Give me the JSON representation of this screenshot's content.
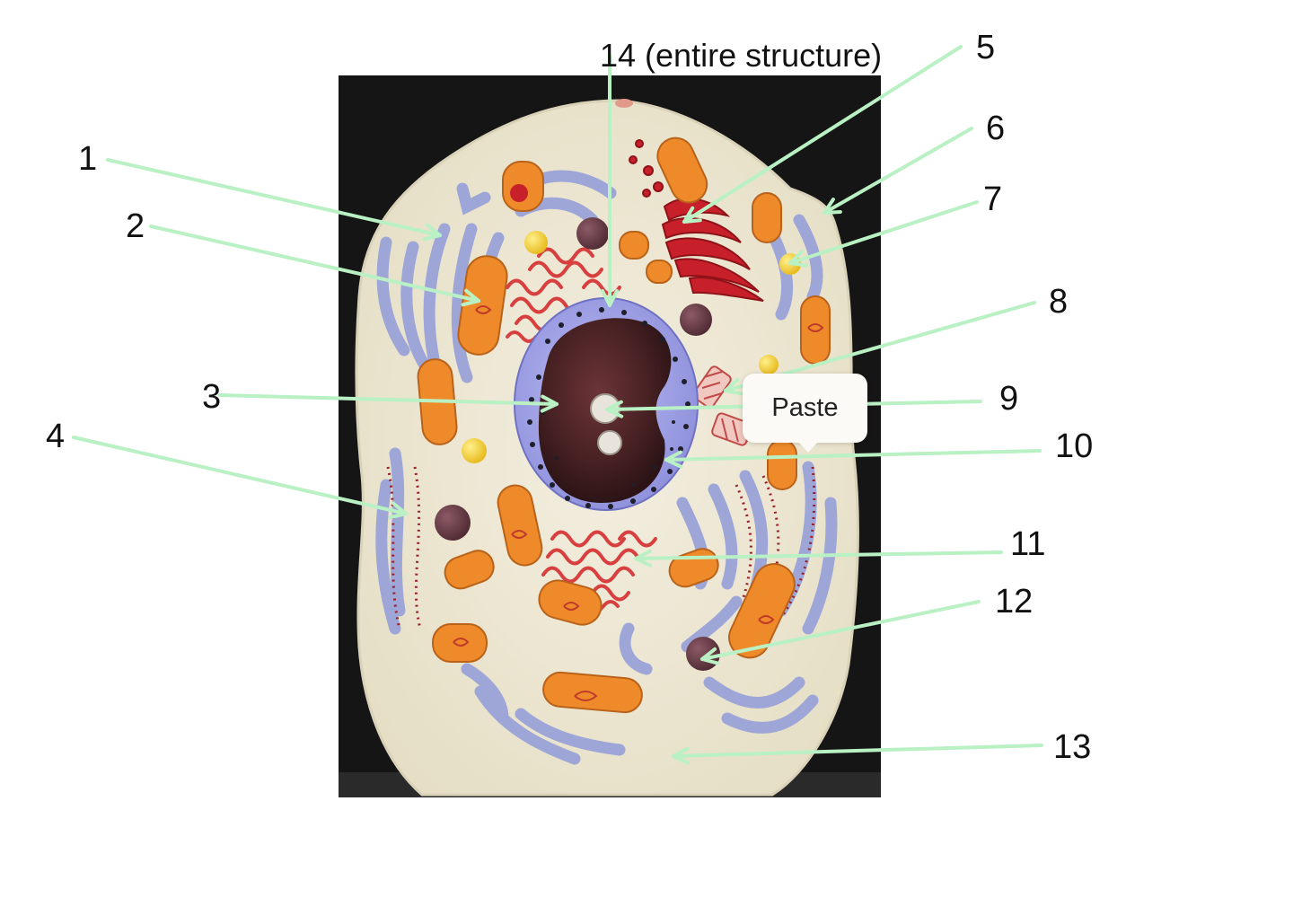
{
  "title_label": "14 (entire structure)",
  "labels": [
    "1",
    "2",
    "3",
    "4",
    "5",
    "6",
    "7",
    "8",
    "9",
    "10",
    "11",
    "12",
    "13"
  ],
  "popup": {
    "paste_label": "Paste"
  },
  "colors": {
    "leader_line": "#b9f0c4",
    "background_photo": "#141414",
    "cytoplasm": "#efead8",
    "mitochondria": "#ef8a2a",
    "endoplasmic_reticulum": "#9ea6d8",
    "nucleus_envelope": "#a8a8ec",
    "nucleoplasm": "#4a2224",
    "golgi": "#c8202a",
    "ribosome_red": "#d84040",
    "vesicle_yellow": "#f3cf2a",
    "lysosome": "#6a3a45"
  }
}
